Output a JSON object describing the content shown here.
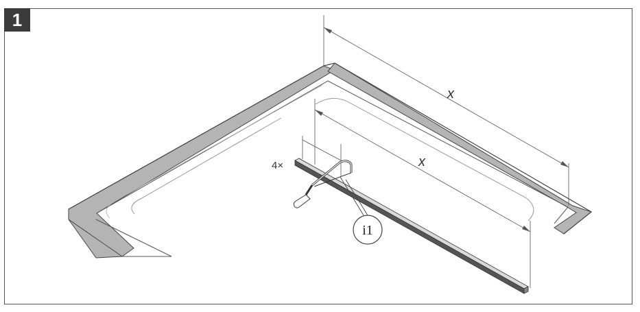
{
  "step": {
    "number": "1"
  },
  "labels": {
    "outer_dimension": "x",
    "inner_dimension": "x",
    "quantity": "4×",
    "callout": "i1"
  },
  "colors": {
    "frame": "#555555",
    "badge": "#3b3b3b",
    "rim_fill": "#b4b4b4",
    "line": "#444444"
  },
  "icons": {
    "tool": "hacksaw-icon",
    "part": "profile-bar"
  }
}
